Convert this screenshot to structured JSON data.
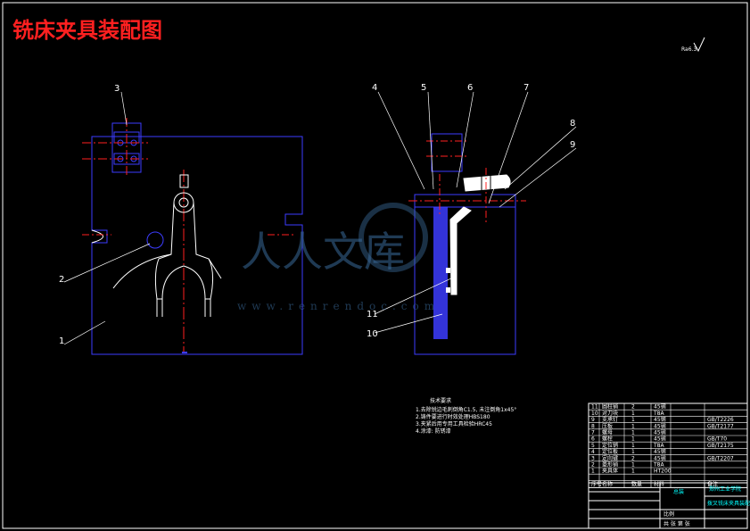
{
  "title": "铣床夹具装配图",
  "surface_mark": "Ra6.3",
  "callouts": [
    "1",
    "2",
    "3",
    "4",
    "5",
    "6",
    "7",
    "8",
    "9",
    "10",
    "11"
  ],
  "tech_requirements": {
    "heading": "技术要求",
    "items": [
      "1.去除锐边毛刺倒角C1.5, 未注倒角1x45°",
      "2.铸件要进行时效处理HBS180",
      "3.夹紧后用专用工具检验HRC45",
      "4.涂漆: 防锈漆"
    ]
  },
  "bom_rows": [
    {
      "no": "11",
      "name": "圆柱销",
      "qty": "2",
      "material": "45钢",
      "std": ""
    },
    {
      "no": "10",
      "name": "对刀块",
      "qty": "1",
      "material": "T8A",
      "std": ""
    },
    {
      "no": "9",
      "name": "支承钉",
      "qty": "1",
      "material": "45钢",
      "std": "GB/T2226"
    },
    {
      "no": "8",
      "name": "压板",
      "qty": "1",
      "material": "45钢",
      "std": "GB/T2177"
    },
    {
      "no": "7",
      "name": "螺母",
      "qty": "1",
      "material": "45钢",
      "std": ""
    },
    {
      "no": "6",
      "name": "螺栓",
      "qty": "1",
      "material": "45钢",
      "std": "GB/T70"
    },
    {
      "no": "5",
      "name": "定位销",
      "qty": "1",
      "material": "T8A",
      "std": "GB/T2175"
    },
    {
      "no": "4",
      "name": "定位板",
      "qty": "1",
      "material": "45钢",
      "std": ""
    },
    {
      "no": "3",
      "name": "定向键",
      "qty": "2",
      "material": "45钢",
      "std": "GB/T2207"
    },
    {
      "no": "2",
      "name": "菱形销",
      "qty": "1",
      "material": "T8A",
      "std": ""
    },
    {
      "no": "1",
      "name": "夹具体",
      "qty": "1",
      "material": "HT200",
      "std": ""
    }
  ],
  "bom_header": {
    "no": "序号",
    "name": "名称",
    "qty": "数量",
    "material": "材料",
    "std": "备注"
  },
  "title_block": {
    "school": "郑州工业学院",
    "drawing_name": "拨叉铣床夹具装配图",
    "scale_label": "比例",
    "drawing_no": "总装",
    "sheet": "共 张 第 张"
  },
  "watermark": {
    "text": "人人文库",
    "url": "www.renrendoc.com"
  },
  "colors": {
    "frame": "#ffffff",
    "part": "#3c3cff",
    "center": "#ff2020",
    "part_fill": "#ffffff",
    "title": "#ff2020"
  }
}
